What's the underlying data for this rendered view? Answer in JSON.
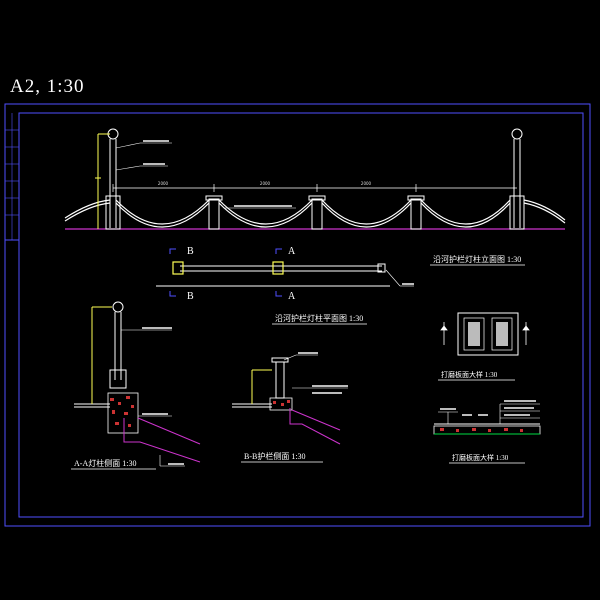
{
  "sheet": {
    "title": "A2,   1:30"
  },
  "dims": {
    "d1": "2000",
    "d2": "2000",
    "d3": "2000"
  },
  "sections": {
    "b": "B",
    "a": "A"
  },
  "titles": {
    "elevation": "沿河护栏灯柱立面图   1:30",
    "plan": "沿河护栏灯柱平面图   1:30",
    "section_aa": "A-A灯柱侧面   1:30",
    "section_bb": "B-B护栏侧面   1:30",
    "paving_plan": "打磨板面大样   1:30",
    "paving_section": "打磨板面大样   1:30"
  },
  "colors": {
    "background": "#000000",
    "frame": "#4f4fff",
    "line": "#ffffff",
    "column": "#ffff55",
    "ground": "#cc33cc",
    "leader": "#00dd44",
    "label": "#dddddd"
  }
}
